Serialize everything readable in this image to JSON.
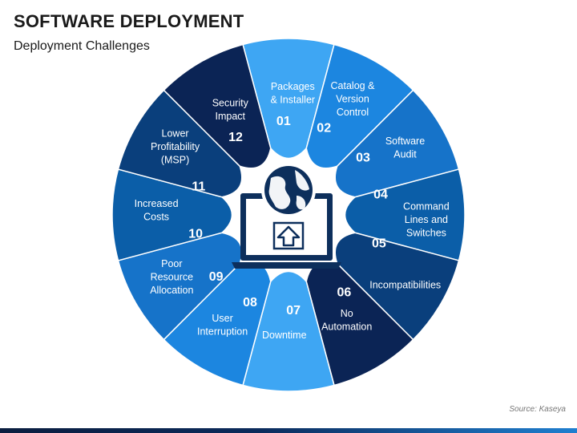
{
  "header": {
    "title": "SOFTWARE DEPLOYMENT",
    "subtitle": "Deployment Challenges"
  },
  "footer": {
    "source": "Source: Kaseya"
  },
  "center_icon": "laptop-globe-upload-icon",
  "colors": {
    "navy": "#0b2455",
    "dark_blue": "#0a4f8f",
    "mid_blue": "#1673c9",
    "light_blue": "#3ea6f3",
    "icon": "#0d2f5c"
  },
  "segments": [
    {
      "number": "01",
      "lines": [
        "Packages",
        "& Installer"
      ],
      "color": "#3ea6f3"
    },
    {
      "number": "02",
      "lines": [
        "Catalog &",
        "Version",
        "Control"
      ],
      "color": "#1c86e0"
    },
    {
      "number": "03",
      "lines": [
        "Software",
        "Audit"
      ],
      "color": "#1673c9"
    },
    {
      "number": "04",
      "lines": [
        "Command",
        "Lines and",
        "Switches"
      ],
      "color": "#0b5ea8"
    },
    {
      "number": "05",
      "lines": [
        "Incompatibilities"
      ],
      "color": "#0a3f7c"
    },
    {
      "number": "06",
      "lines": [
        "No",
        "Automation"
      ],
      "color": "#0b2455"
    },
    {
      "number": "07",
      "lines": [
        "Downtime"
      ],
      "color": "#3ea6f3"
    },
    {
      "number": "08",
      "lines": [
        "User",
        "Interruption"
      ],
      "color": "#1c86e0"
    },
    {
      "number": "09",
      "lines": [
        "Poor",
        "Resource",
        "Allocation"
      ],
      "color": "#1673c9"
    },
    {
      "number": "10",
      "lines": [
        "Increased",
        "Costs"
      ],
      "color": "#0b5ea8"
    },
    {
      "number": "11",
      "lines": [
        "Lower",
        "Profitability",
        "(MSP)"
      ],
      "color": "#0a3f7c"
    },
    {
      "number": "12",
      "lines": [
        "Security",
        "Impact"
      ],
      "color": "#0b2455"
    }
  ]
}
